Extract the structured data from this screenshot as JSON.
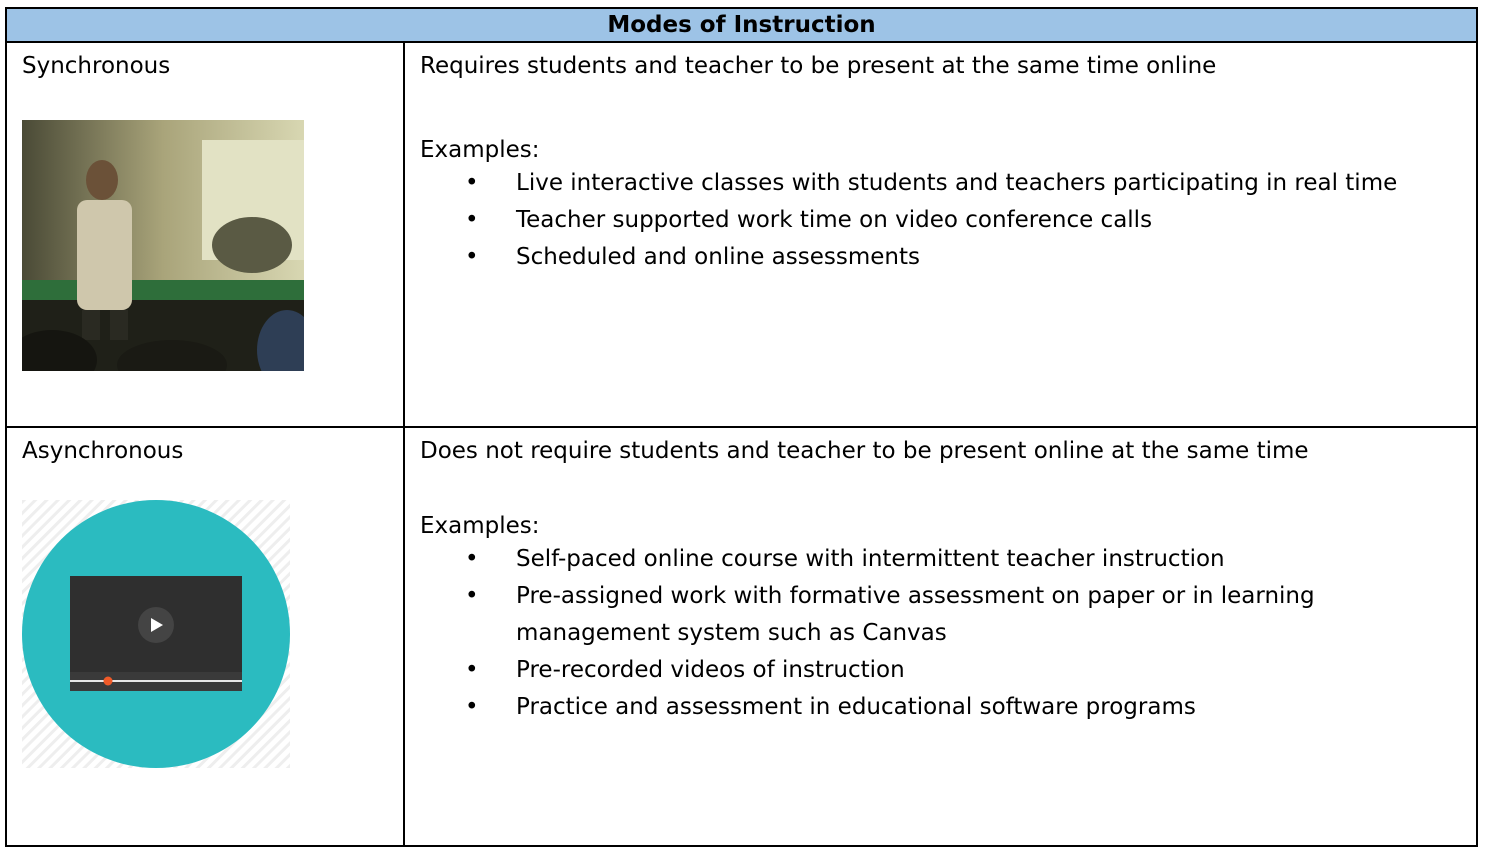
{
  "table": {
    "title": "Modes of Instruction",
    "rows": [
      {
        "mode": "Synchronous",
        "description": "Requires students and teacher to be present at the same time online",
        "examples_label": "Examples:",
        "examples": [
          "Live interactive classes with students and teachers participating in real time",
          "Teacher supported work time on video conference calls",
          "Scheduled and online assessments"
        ]
      },
      {
        "mode": "Asynchronous",
        "description": "Does not require students and teacher to be present online at the same time",
        "examples_label": "Examples:",
        "examples": [
          "Self-paced online course with intermittent teacher instruction",
          "Pre-assigned work with formative assessment on paper or in learning",
          "Pre-recorded videos of instruction",
          "Practice and assessment in educational software programs"
        ],
        "example_continuation": "management system such as Canvas"
      }
    ]
  },
  "bullet_char": "•",
  "colors": {
    "header_bg": "#9dc3e6",
    "circle": "#2bbbc0",
    "player_bg": "#2f2f2f",
    "progress_dot": "#f05a28"
  }
}
